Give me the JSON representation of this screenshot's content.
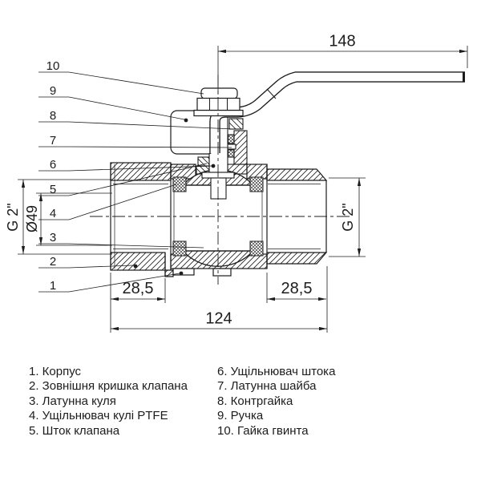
{
  "page": {
    "background": "#ffffff",
    "line_color": "#1c1c1c"
  },
  "drawing": {
    "dimensions": {
      "handle_length": "148",
      "total_length": "124",
      "left_end_length": "28,5",
      "right_end_length": "28,5",
      "bore_diameter": "Ø49",
      "left_thread": "G 2\"",
      "right_thread": "G 2\""
    },
    "callouts": [
      "1",
      "2",
      "3",
      "4",
      "5",
      "6",
      "7",
      "8",
      "9",
      "10"
    ]
  },
  "legend": {
    "left": [
      "1. Корпус",
      "2. Зовнішня кришка клапана",
      "3. Латунна куля",
      "4. Ущільнювач кулі PTFE",
      "5. Шток клапана"
    ],
    "right": [
      "6. Ущільнювач штока",
      "7. Латунна шайба",
      "8. Контргайка",
      "9. Ручка",
      "10. Гайка гвинта"
    ]
  }
}
